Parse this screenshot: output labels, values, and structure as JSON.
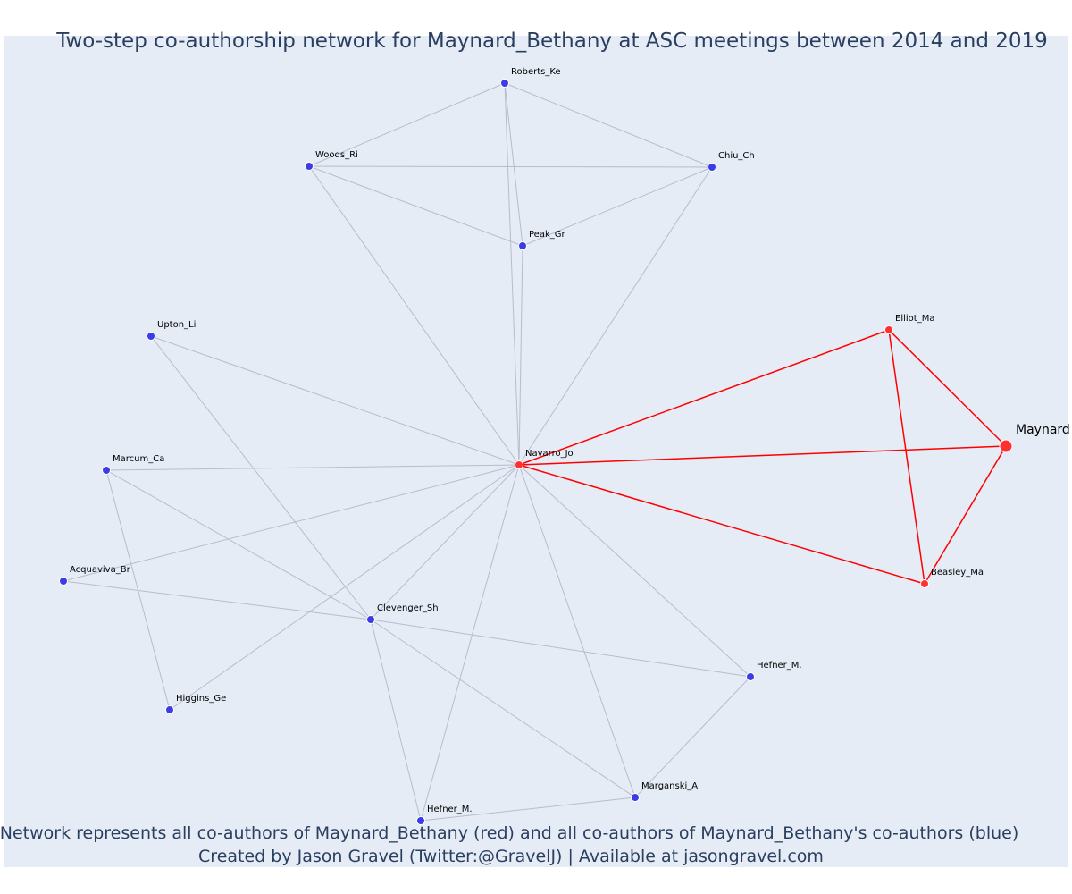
{
  "title": "Two-step co-authorship network for Maynard_Bethany at ASC meetings between 2014 and 2019",
  "caption": {
    "line1": "Network represents all co-authors of Maynard_Bethany (red) and all co-authors of Maynard_Bethany's co-authors (blue)",
    "line2": "Created by Jason Gravel (Twitter:@GravelJ) | Available at jasongravel.com"
  },
  "colors": {
    "background": "#e5ecf6",
    "red": "#ff0000",
    "red_node": "#ff3030",
    "blue_node": "#3c3ce6",
    "gray_edge": "#b8bccb",
    "title": "#2a3f5f"
  },
  "nodes": [
    {
      "id": "Roberts_Ke",
      "label": "Roberts_Ke",
      "group": "blue"
    },
    {
      "id": "Woods_Ri",
      "label": "Woods_Ri",
      "group": "blue"
    },
    {
      "id": "Chiu_Ch",
      "label": "Chiu_Ch",
      "group": "blue"
    },
    {
      "id": "Peak_Gr",
      "label": "Peak_Gr",
      "group": "blue"
    },
    {
      "id": "Upton_Li",
      "label": "Upton_Li",
      "group": "blue"
    },
    {
      "id": "Elliot_Ma",
      "label": "Elliot_Ma",
      "group": "red"
    },
    {
      "id": "Maynard",
      "label": "Maynard",
      "group": "root"
    },
    {
      "id": "Marcum_Ca",
      "label": "Marcum_Ca",
      "group": "blue"
    },
    {
      "id": "Navarro_Jo",
      "label": "Navarro_Jo",
      "group": "red"
    },
    {
      "id": "Acquaviva_Br",
      "label": "Acquaviva_Br",
      "group": "blue"
    },
    {
      "id": "Beasley_Ma",
      "label": "Beasley_Ma",
      "group": "red"
    },
    {
      "id": "Clevenger_Sh",
      "label": "Clevenger_Sh",
      "group": "blue"
    },
    {
      "id": "Hefner_M_1",
      "label": "Hefner_M.",
      "group": "blue"
    },
    {
      "id": "Higgins_Ge",
      "label": "Higgins_Ge",
      "group": "blue"
    },
    {
      "id": "Marganski_Al",
      "label": "Marganski_Al",
      "group": "blue"
    },
    {
      "id": "Hefner_M_2",
      "label": "Hefner_M.",
      "group": "blue"
    }
  ],
  "edges": [
    {
      "source": "Roberts_Ke",
      "target": "Woods_Ri",
      "type": "gray"
    },
    {
      "source": "Roberts_Ke",
      "target": "Chiu_Ch",
      "type": "gray"
    },
    {
      "source": "Roberts_Ke",
      "target": "Peak_Gr",
      "type": "gray"
    },
    {
      "source": "Roberts_Ke",
      "target": "Navarro_Jo",
      "type": "gray"
    },
    {
      "source": "Woods_Ri",
      "target": "Chiu_Ch",
      "type": "gray"
    },
    {
      "source": "Woods_Ri",
      "target": "Peak_Gr",
      "type": "gray"
    },
    {
      "source": "Woods_Ri",
      "target": "Navarro_Jo",
      "type": "gray"
    },
    {
      "source": "Chiu_Ch",
      "target": "Peak_Gr",
      "type": "gray"
    },
    {
      "source": "Chiu_Ch",
      "target": "Navarro_Jo",
      "type": "gray"
    },
    {
      "source": "Peak_Gr",
      "target": "Navarro_Jo",
      "type": "gray"
    },
    {
      "source": "Upton_Li",
      "target": "Navarro_Jo",
      "type": "gray"
    },
    {
      "source": "Upton_Li",
      "target": "Clevenger_Sh",
      "type": "gray"
    },
    {
      "source": "Marcum_Ca",
      "target": "Navarro_Jo",
      "type": "gray"
    },
    {
      "source": "Marcum_Ca",
      "target": "Clevenger_Sh",
      "type": "gray"
    },
    {
      "source": "Marcum_Ca",
      "target": "Higgins_Ge",
      "type": "gray"
    },
    {
      "source": "Acquaviva_Br",
      "target": "Navarro_Jo",
      "type": "gray"
    },
    {
      "source": "Acquaviva_Br",
      "target": "Clevenger_Sh",
      "type": "gray"
    },
    {
      "source": "Higgins_Ge",
      "target": "Navarro_Jo",
      "type": "gray"
    },
    {
      "source": "Clevenger_Sh",
      "target": "Navarro_Jo",
      "type": "gray"
    },
    {
      "source": "Clevenger_Sh",
      "target": "Hefner_M_1",
      "type": "gray"
    },
    {
      "source": "Clevenger_Sh",
      "target": "Marganski_Al",
      "type": "gray"
    },
    {
      "source": "Clevenger_Sh",
      "target": "Hefner_M_2",
      "type": "gray"
    },
    {
      "source": "Hefner_M_1",
      "target": "Navarro_Jo",
      "type": "gray"
    },
    {
      "source": "Hefner_M_1",
      "target": "Marganski_Al",
      "type": "gray"
    },
    {
      "source": "Marganski_Al",
      "target": "Navarro_Jo",
      "type": "gray"
    },
    {
      "source": "Marganski_Al",
      "target": "Hefner_M_2",
      "type": "gray"
    },
    {
      "source": "Hefner_M_2",
      "target": "Navarro_Jo",
      "type": "gray"
    },
    {
      "source": "Navarro_Jo",
      "target": "Elliot_Ma",
      "type": "red"
    },
    {
      "source": "Navarro_Jo",
      "target": "Maynard",
      "type": "red"
    },
    {
      "source": "Navarro_Jo",
      "target": "Beasley_Ma",
      "type": "red"
    },
    {
      "source": "Elliot_Ma",
      "target": "Maynard",
      "type": "red"
    },
    {
      "source": "Elliot_Ma",
      "target": "Beasley_Ma",
      "type": "red"
    },
    {
      "source": "Beasley_Ma",
      "target": "Maynard",
      "type": "red"
    }
  ]
}
